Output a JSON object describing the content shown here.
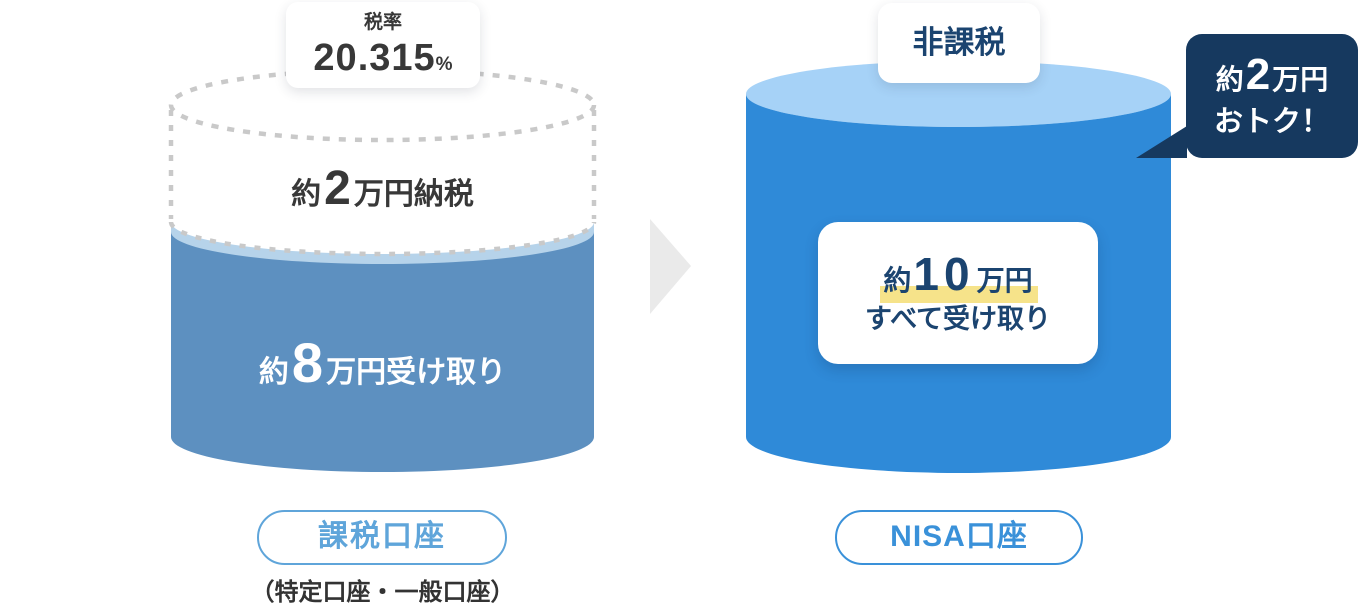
{
  "taxable": {
    "rate_box": {
      "label": "税率",
      "value": "20.315",
      "unit": "%"
    },
    "tax_line": {
      "prefix": "約",
      "value": "2",
      "suffix": "万円納税"
    },
    "receive_line": {
      "prefix": "約",
      "value": "8",
      "suffix": "万円受け取り"
    },
    "pill": "課税口座",
    "caption": "（特定口座・一般口座）"
  },
  "nisa": {
    "tax_free_label": "非課税",
    "amount_line": {
      "prefix": "約",
      "value": "10",
      "unit": "万円"
    },
    "amount_caption": "すべて受け取り",
    "pill": "NISA口座",
    "bubble": {
      "prefix": "約",
      "value": "2",
      "unit": "万円",
      "line2": "おトク！"
    }
  },
  "colors": {
    "taxable_body": "#5d90c0",
    "taxable_surface": "#b6d3ea",
    "nisa_body": "#2f8ad8",
    "nisa_top": "#a6d2f7",
    "bubble_navy": "#16395f",
    "navy_text": "#1b4470",
    "highlight_yellow": "#f6e38a",
    "dashed_gray": "#c9c9c9",
    "arrow_gray": "#eaeaea",
    "taxable_pill_blue": "#5fa5da",
    "nisa_pill_blue": "#3a91d9",
    "dark_text": "#383838"
  }
}
